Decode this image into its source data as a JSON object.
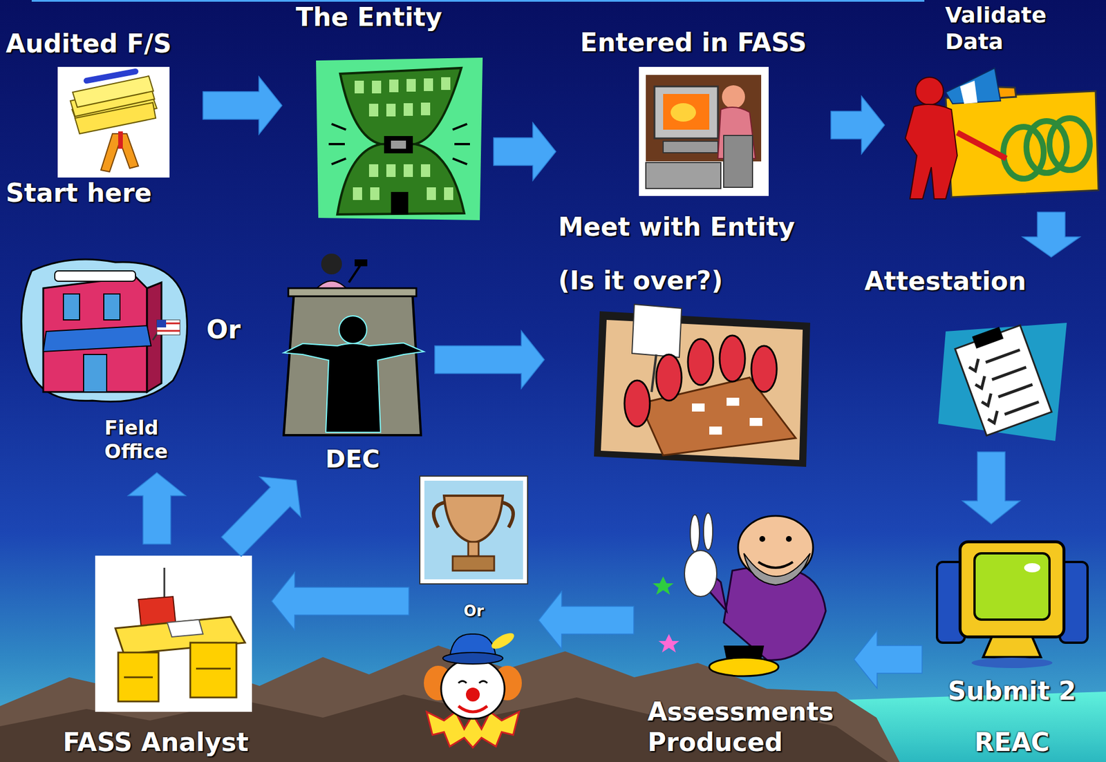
{
  "diagram": {
    "nodes": [
      {
        "text": [
          "Audited F/S",
          "Start here"
        ]
      },
      {
        "text": [
          "The Entity"
        ]
      },
      {
        "text": [
          "Entered in FASS"
        ]
      },
      {
        "text": [
          "Validate Data"
        ]
      },
      {
        "text": [
          "Attestation"
        ]
      },
      {
        "text": [
          "Submit 2",
          "REAC"
        ]
      },
      {
        "text": [
          "Assessments Produced"
        ]
      },
      {
        "text": [
          "Or"
        ]
      },
      {
        "text": [
          "FASS Analyst"
        ]
      },
      {
        "text": [
          "Field Office"
        ]
      },
      {
        "text": [
          "DEC"
        ]
      },
      {
        "text": [
          "Meet with Entity",
          "(Is it over?)"
        ]
      }
    ],
    "edges": [
      {
        "from": 0,
        "to": 1,
        "arrow": "to"
      },
      {
        "from": 1,
        "to": 2,
        "arrow": "to"
      },
      {
        "from": 2,
        "to": 3,
        "arrow": "to"
      },
      {
        "from": 3,
        "to": 4,
        "arrow": "to"
      },
      {
        "from": 4,
        "to": 5,
        "arrow": "to"
      },
      {
        "from": 5,
        "to": 6,
        "arrow": "to"
      },
      {
        "from": 6,
        "to": 7,
        "arrow": "to"
      },
      {
        "from": 7,
        "to": 8,
        "arrow": "to"
      },
      {
        "from": 8,
        "to": 9,
        "arrow": "to"
      },
      {
        "from": 8,
        "to": 10,
        "arrow": "to"
      },
      {
        "from": 10,
        "to": 11,
        "arrow": "to"
      }
    ],
    "labels": [
      "Or"
    ]
  }
}
